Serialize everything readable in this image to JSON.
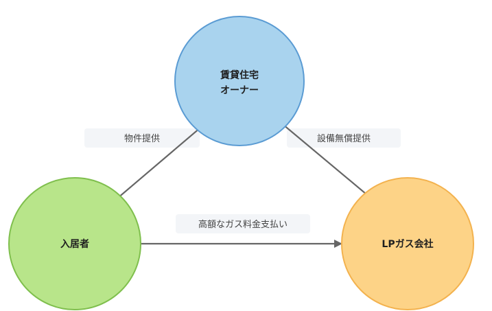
{
  "nodes": {
    "owner": {
      "line1": "賃貸住宅",
      "line2": "オーナー",
      "fill": "#a9d3ee",
      "stroke": "#5a9bd3"
    },
    "tenant": {
      "label": "入居者",
      "fill": "#b8e58a",
      "stroke": "#7fbf4d"
    },
    "gas_company": {
      "label": "LPガス会社",
      "fill": "#fdd387",
      "stroke": "#f3b24e"
    }
  },
  "edges": {
    "owner_to_tenant": {
      "label": "物件提供"
    },
    "gas_to_owner": {
      "label": "設備無償提供"
    },
    "tenant_to_gas": {
      "label": "高額なガス料金支払い"
    }
  },
  "colors": {
    "arrow": "#666666",
    "label_bg": "#f3f5f8"
  }
}
